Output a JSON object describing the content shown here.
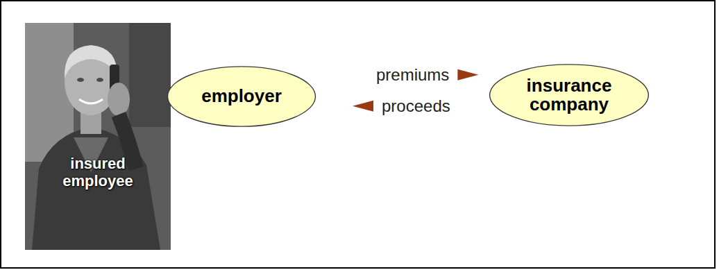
{
  "diagram": {
    "nodes": [
      {
        "text": [
          "insured employee"
        ]
      },
      {
        "text": [
          "employer"
        ]
      },
      {
        "text": [
          "insurance company"
        ]
      }
    ],
    "edges": [
      {
        "from": 1,
        "to": 2,
        "arrow": "to",
        "label": "premiums"
      },
      {
        "from": 2,
        "to": 1,
        "arrow": "to",
        "label": "proceeds"
      }
    ]
  }
}
